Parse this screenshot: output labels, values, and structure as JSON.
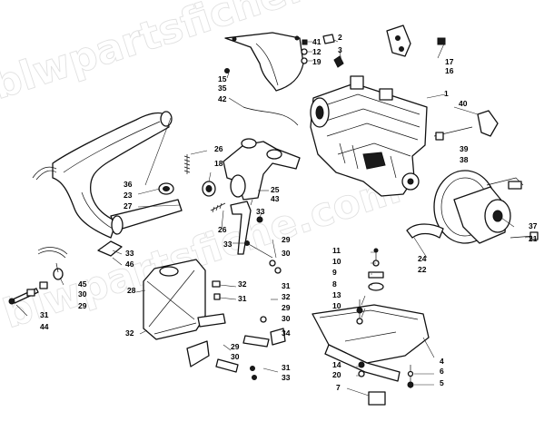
{
  "watermark": "blwpartsfiche.com",
  "callouts": [
    {
      "id": "c41",
      "text": "41"
    },
    {
      "id": "c12",
      "text": "12"
    },
    {
      "id": "c19",
      "text": "19"
    },
    {
      "id": "c2",
      "text": "2"
    },
    {
      "id": "c3",
      "text": "3"
    },
    {
      "id": "c17",
      "text": "17"
    },
    {
      "id": "c16",
      "text": "16"
    },
    {
      "id": "c15",
      "text": "15"
    },
    {
      "id": "c35",
      "text": "35"
    },
    {
      "id": "c42",
      "text": "42"
    },
    {
      "id": "c1",
      "text": "1"
    },
    {
      "id": "c40",
      "text": "40"
    },
    {
      "id": "c39",
      "text": "39"
    },
    {
      "id": "c38",
      "text": "38"
    },
    {
      "id": "c26a",
      "text": "26"
    },
    {
      "id": "c18",
      "text": "18"
    },
    {
      "id": "c25",
      "text": "25"
    },
    {
      "id": "c43",
      "text": "43"
    },
    {
      "id": "c33a",
      "text": "33"
    },
    {
      "id": "c36",
      "text": "36"
    },
    {
      "id": "c23",
      "text": "23"
    },
    {
      "id": "c27",
      "text": "27"
    },
    {
      "id": "c26b",
      "text": "26"
    },
    {
      "id": "c33b",
      "text": "33"
    },
    {
      "id": "c29a",
      "text": "29"
    },
    {
      "id": "c30a",
      "text": "30"
    },
    {
      "id": "c33c",
      "text": "33"
    },
    {
      "id": "c46",
      "text": "46"
    },
    {
      "id": "c45",
      "text": "45"
    },
    {
      "id": "c30b",
      "text": "30"
    },
    {
      "id": "c29b",
      "text": "29"
    },
    {
      "id": "c31a",
      "text": "31"
    },
    {
      "id": "c44",
      "text": "44"
    },
    {
      "id": "c28",
      "text": "28"
    },
    {
      "id": "c32a",
      "text": "32"
    },
    {
      "id": "c31b",
      "text": "31"
    },
    {
      "id": "c31c",
      "text": "31"
    },
    {
      "id": "c32b",
      "text": "32"
    },
    {
      "id": "c29c",
      "text": "29"
    },
    {
      "id": "c30c",
      "text": "30"
    },
    {
      "id": "c34",
      "text": "34"
    },
    {
      "id": "c32c",
      "text": "32"
    },
    {
      "id": "c29d",
      "text": "29"
    },
    {
      "id": "c30d",
      "text": "30"
    },
    {
      "id": "c31d",
      "text": "31"
    },
    {
      "id": "c33d",
      "text": "33"
    },
    {
      "id": "c11",
      "text": "11"
    },
    {
      "id": "c10a",
      "text": "10"
    },
    {
      "id": "c9",
      "text": "9"
    },
    {
      "id": "c8",
      "text": "8"
    },
    {
      "id": "c13",
      "text": "13"
    },
    {
      "id": "c10b",
      "text": "10"
    },
    {
      "id": "c24",
      "text": "24"
    },
    {
      "id": "c22",
      "text": "22"
    },
    {
      "id": "c37",
      "text": "37"
    },
    {
      "id": "c21",
      "text": "21"
    },
    {
      "id": "c4",
      "text": "4"
    },
    {
      "id": "c14",
      "text": "14"
    },
    {
      "id": "c20",
      "text": "20"
    },
    {
      "id": "c6",
      "text": "6"
    },
    {
      "id": "c7",
      "text": "7"
    },
    {
      "id": "c5",
      "text": "5"
    }
  ]
}
